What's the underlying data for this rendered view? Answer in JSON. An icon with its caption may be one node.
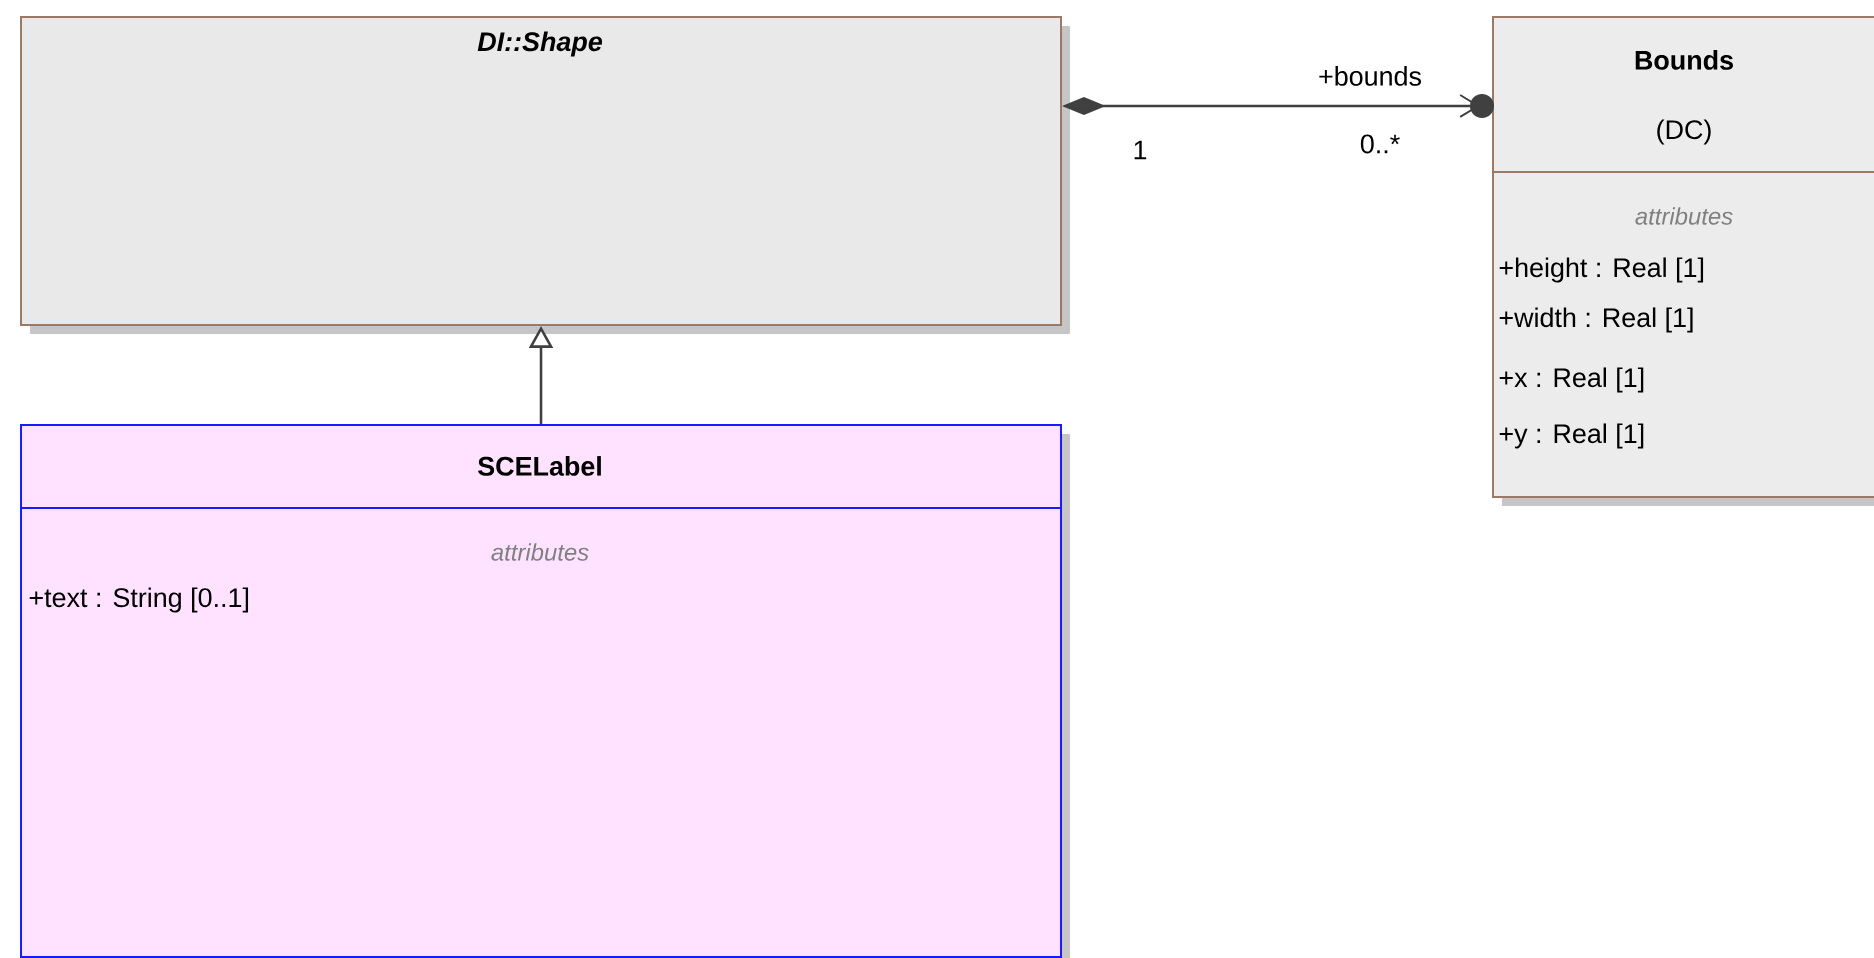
{
  "diagram": {
    "nodes": [
      {
        "text": [
          "DI::Shape"
        ]
      },
      {
        "text": [
          "Bounds",
          "(DC)",
          "attributes",
          "+height : Real [1]",
          "+width : Real [1]",
          "+x : Real [1]",
          "+y : Real [1]"
        ]
      },
      {
        "text": [
          "SCELabel",
          "attributes",
          "+text : String [0..1]"
        ]
      }
    ],
    "edges": [
      {
        "from": 0,
        "to": 1,
        "arrow": "to",
        "label": "+bounds"
      },
      {
        "from": 2,
        "to": 0,
        "arrow": "to"
      }
    ],
    "labels": [
      "1",
      "0..*"
    ]
  }
}
